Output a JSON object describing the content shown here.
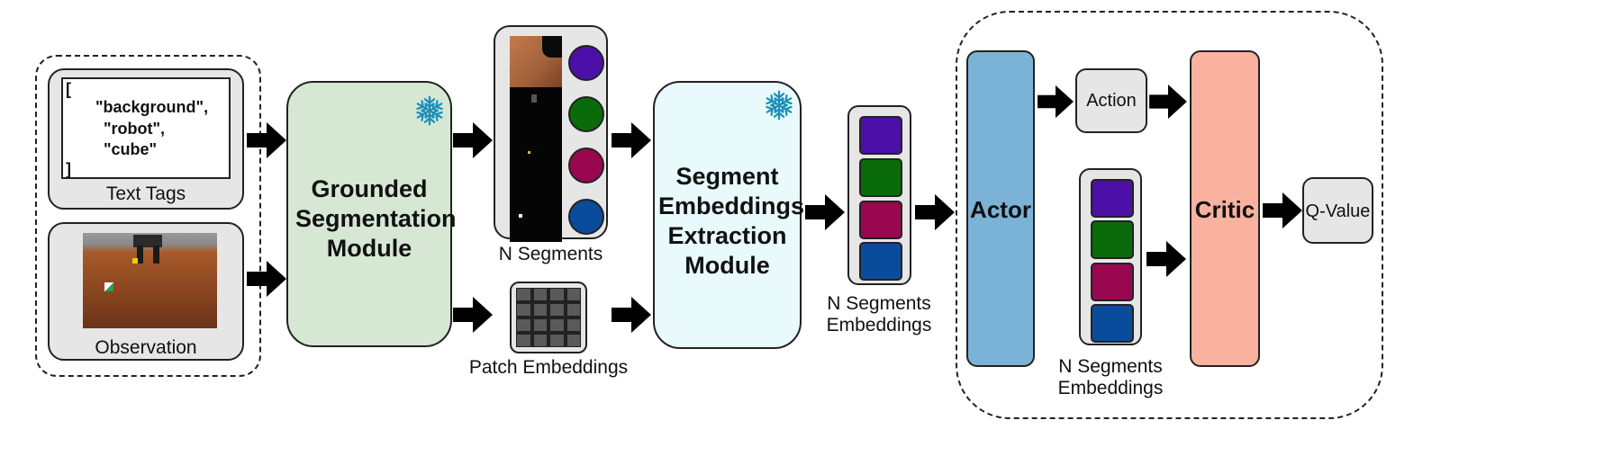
{
  "text_tags": {
    "open": "[",
    "tags": [
      "\"background\",",
      "\"robot\",",
      "\"cube\""
    ],
    "close": "]",
    "label": "Text Tags"
  },
  "observation": {
    "label": "Observation"
  },
  "grounded_module": {
    "title": "Grounded Segmentation Module",
    "frozen_icon": "snowflake-icon"
  },
  "segments": {
    "label": "N Segments",
    "colors": [
      "#4c10a8",
      "#096b09",
      "#99084e",
      "#0a4c9c"
    ]
  },
  "patch": {
    "label": "Patch Embeddings",
    "grid": "4x4"
  },
  "segment_module": {
    "title": "Segment Embeddings Extraction Module",
    "frozen_icon": "snowflake-icon"
  },
  "seg_embeddings_1": {
    "label_line1": "N Segments",
    "label_line2": "Embeddings"
  },
  "actor": {
    "label": "Actor",
    "color": "#7ab3d6"
  },
  "action": {
    "label": "Action"
  },
  "seg_embeddings_2": {
    "label_line1": "N Segments",
    "label_line2": "Embeddings"
  },
  "critic": {
    "label": "Critic",
    "color": "#fab2a0"
  },
  "qvalue": {
    "label": "Q-Value"
  },
  "colors": {
    "grounded_fill": "#d6e8d4",
    "segment_fill": "#e8fafb",
    "panel_fill": "#e6e6e6",
    "snowflake": "#1b8fb8"
  }
}
